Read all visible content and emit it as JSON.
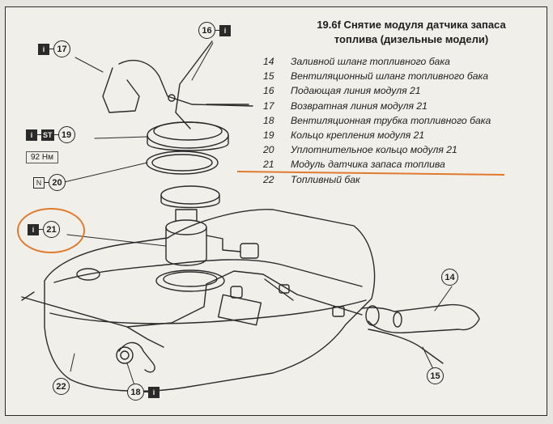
{
  "caption": {
    "line1": "19.6f Снятие модуля датчика запаса",
    "line2": "топлива (дизельные модели)"
  },
  "legend": [
    {
      "num": "14",
      "text": "Заливной шланг топливного бака"
    },
    {
      "num": "15",
      "text": "Вентиляционный шланг топливного бака"
    },
    {
      "num": "16",
      "text": "Подающая линия модуля 21"
    },
    {
      "num": "17",
      "text": "Возвратная линия модуля 21"
    },
    {
      "num": "18",
      "text": "Вентиляционная трубка топливного бака"
    },
    {
      "num": "19",
      "text": "Кольцо крепления модуля 21"
    },
    {
      "num": "20",
      "text": "Уплотнительное кольцо модуля 21"
    },
    {
      "num": "21",
      "text": "Модуль датчика запаса топлива"
    },
    {
      "num": "22",
      "text": "Топливный бак"
    }
  ],
  "callouts": {
    "c14": "14",
    "c15": "15",
    "c16": "16",
    "c17": "17",
    "c18": "18",
    "c19": "19",
    "c20": "20",
    "c21": "21",
    "c22": "22"
  },
  "badges": {
    "info": "i",
    "special_tool": "ST",
    "new_part": "N"
  },
  "torque_label": "92 Нм",
  "colors": {
    "highlight": "#e07a2e",
    "ink": "#2a2a2a",
    "paper": "#f1efea"
  }
}
